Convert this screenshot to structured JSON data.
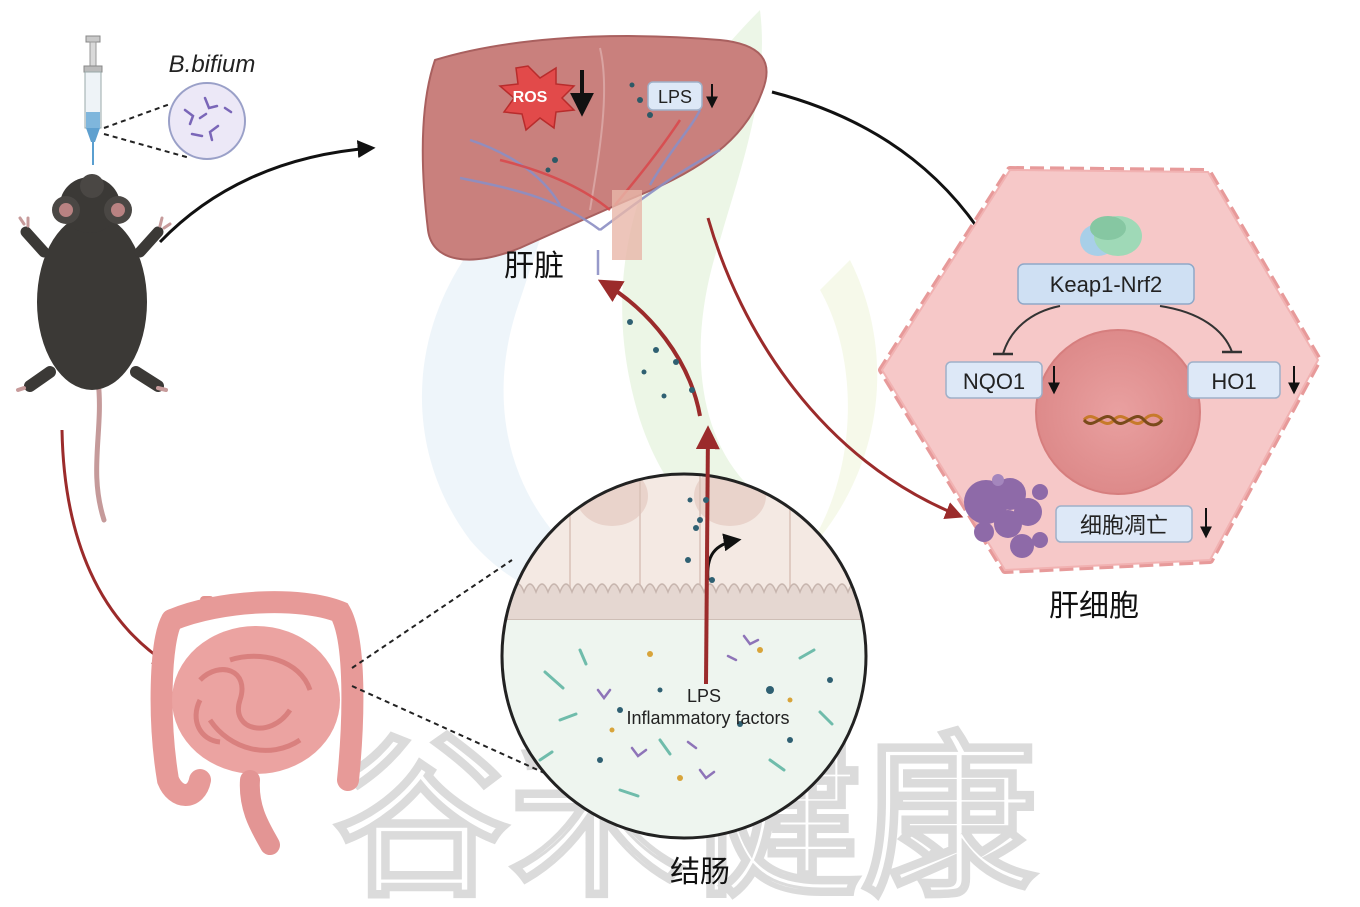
{
  "watermark": "谷禾健康",
  "strain_label": "B.bifium",
  "liver": {
    "label": "肝脏",
    "ros_label": "ROS",
    "lps_label": "LPS"
  },
  "hepatocyte": {
    "label": "肝细胞",
    "keap_label": "Keap1-Nrf2",
    "nqo1_label": "NQO1",
    "ho1_label": "HO1",
    "apoptosis_label": "细胞凋亡"
  },
  "colon": {
    "label": "结肠",
    "lps_label": "LPS",
    "inflam_label": "Inflammatory factors"
  },
  "colors": {
    "liver": "#c9807d",
    "cell_fill": "#f6c8c8",
    "cell_edge": "#e79a9a",
    "red_arrow": "#9b2b2b",
    "label_box": "#dde8f7",
    "intestine": "#e79a98"
  },
  "icons": [
    "syringe-icon",
    "mouse-icon",
    "bacteria-icon",
    "ros-burst-icon",
    "protein-icon",
    "dna-icon",
    "intestine-icon"
  ]
}
